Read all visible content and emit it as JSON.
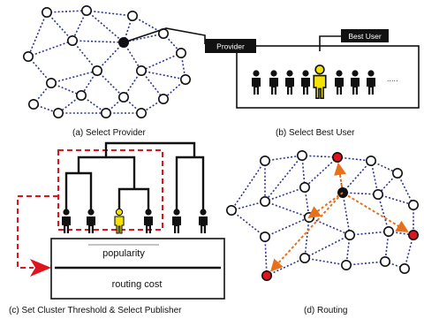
{
  "colors": {
    "edge": "#2c3590",
    "node_fill": "#ffffff",
    "node_highlight": "#111111",
    "node_red": "#e0141e",
    "routing_arrow": "#e8701a",
    "cluster_box": "#e0141e",
    "highlight_user": "#f4e200",
    "tag_bg": "#111111"
  },
  "panels": {
    "a": {
      "caption": "(a) Select Provider"
    },
    "b": {
      "caption": "(b) Select Best User",
      "provider_tag": "Provider",
      "best_user_tag": "Best User",
      "ellipsis": "....."
    },
    "c": {
      "caption": "(c) Set Cluster Threshold & Select Publisher",
      "popularity": "popularity",
      "routing_cost": "routing cost"
    },
    "d": {
      "caption": "(d) Routing"
    }
  },
  "icons": {
    "user": "person-icon",
    "best_user": "highlighted-person-icon",
    "arrow": "red-arrowhead-icon"
  }
}
